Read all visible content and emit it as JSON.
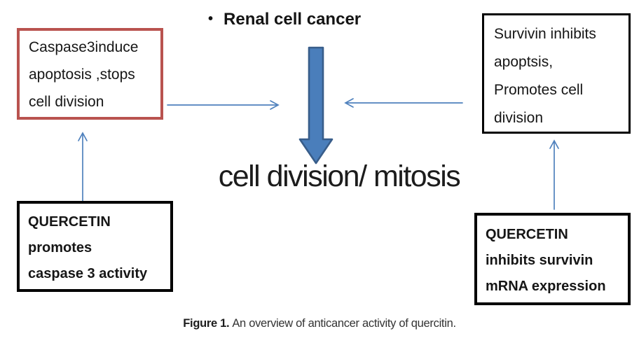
{
  "figure": {
    "bullet": "•",
    "bullet_text": "Renal cell cancer",
    "center_label": "cell division/ mitosis",
    "boxes": {
      "caspase": {
        "lines": [
          "Caspase3induce",
          "apoptosis ,stops",
          "cell division"
        ],
        "border_color": "#b9534f"
      },
      "survivin": {
        "lines": [
          "Survivin inhibits",
          "apoptsis,",
          "Promotes cell",
          "division"
        ],
        "border_color": "#000000"
      },
      "quercetin_caspase": {
        "lines": [
          "QUERCETIN",
          "promotes",
          "caspase 3 activity"
        ],
        "border_color": "#000000"
      },
      "quercetin_survivin": {
        "lines": [
          "QUERCETIN",
          "inhibits survivin",
          "mRNA expression"
        ],
        "border_color": "#000000"
      }
    },
    "arrow_colors": {
      "thin_stroke": "#4f81bd",
      "big_fill": "#4a7ebb",
      "big_stroke": "#385d8a"
    }
  },
  "caption": {
    "label": "Figure 1.",
    "text": "An overview of anticancer activity of quercitin."
  }
}
